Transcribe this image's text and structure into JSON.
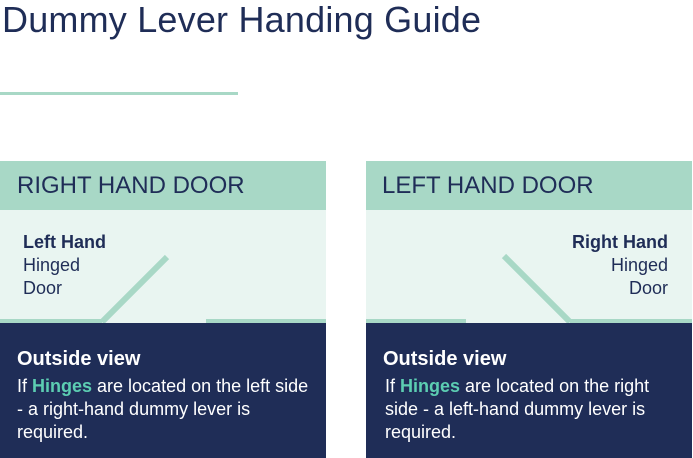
{
  "title": "Dummy Lever Handing Guide",
  "colors": {
    "navy": "#1f2d57",
    "mint": "#a8d8c6",
    "mint_light": "#e9f5f1",
    "highlight": "#5ccdb2"
  },
  "cards": [
    {
      "heading": "RIGHT HAND DOOR",
      "hinge_label": {
        "strong": "Left Hand",
        "line2": "Hinged",
        "line3": "Door"
      },
      "footer_heading": "Outside view",
      "text_before": "If ",
      "text_highlight": "Hinges",
      "text_after": " are located on the left side - a right-hand dummy lever is required."
    },
    {
      "heading": "LEFT HAND DOOR",
      "hinge_label": {
        "strong": "Right Hand",
        "line2": "Hinged",
        "line3": "Door"
      },
      "footer_heading": "Outside view",
      "text_before": "If ",
      "text_highlight": "Hinges",
      "text_after": " are located on the right side - a left-hand dummy lever is required."
    }
  ]
}
